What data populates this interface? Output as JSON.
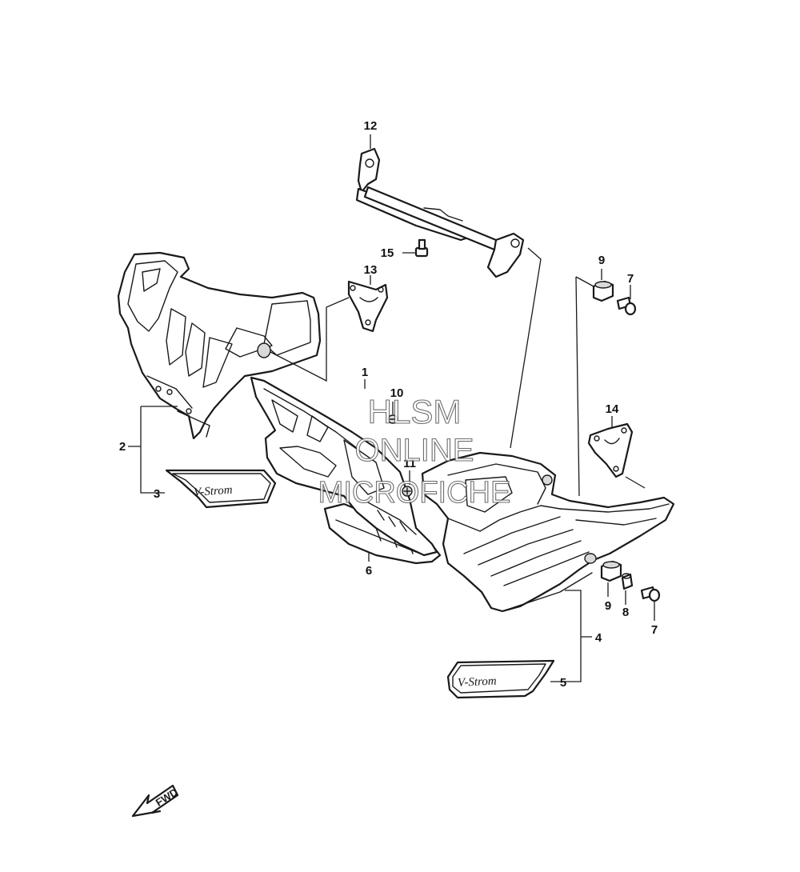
{
  "callouts": {
    "c1": "1",
    "c2": "2",
    "c3": "3",
    "c4": "4",
    "c5": "5",
    "c6": "6",
    "c7a": "7",
    "c7b": "7",
    "c8": "8",
    "c9a": "9",
    "c9b": "9",
    "c10": "10",
    "c11": "11",
    "c12": "12",
    "c13": "13",
    "c14": "14",
    "c15": "15"
  },
  "badges": {
    "left": "V-Strom",
    "right": "V-Strom"
  },
  "direction": {
    "fwd": "FWD"
  },
  "watermark": {
    "line1": "HLSM",
    "line2": "ONLINE",
    "line3": "MICROFICHE"
  }
}
